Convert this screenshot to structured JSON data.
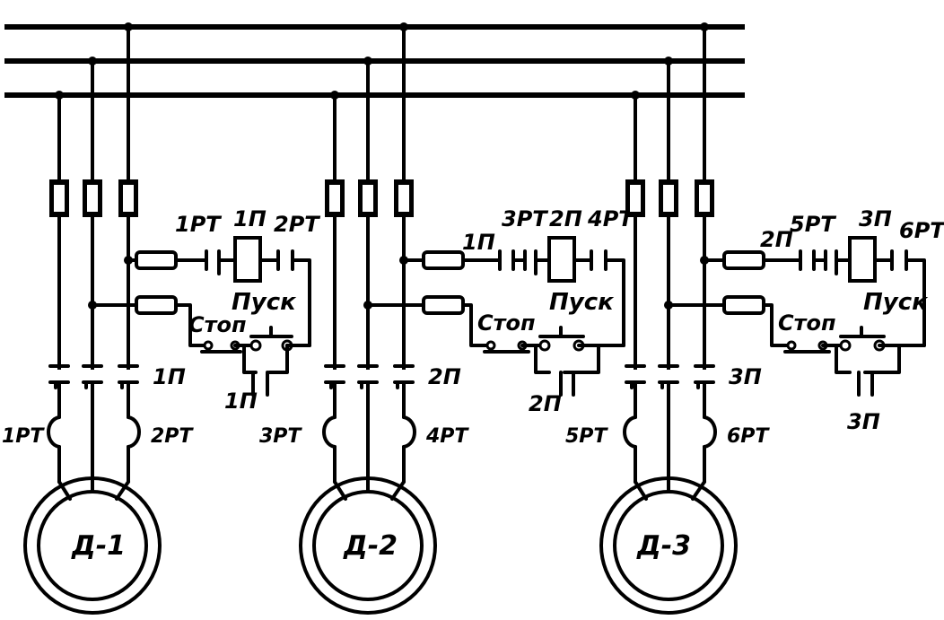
{
  "colors": {
    "line": "#000000",
    "background": "#ffffff"
  },
  "motors": [
    {
      "motor_label": "Д-1",
      "contactor": "1П",
      "contactor_main": "1П",
      "contactor_aux": "1П",
      "relay_left": "1РТ",
      "relay_right": "2РТ",
      "coil_relay_left": "1РТ",
      "coil_relay_right": "2РТ",
      "start": "Пуск",
      "stop": "Стоп"
    },
    {
      "motor_label": "Д-2",
      "contactor": "2П",
      "contactor_main": "2П",
      "contactor_aux": "2П",
      "interlock": "1П",
      "relay_left": "3РТ",
      "relay_right": "4РТ",
      "coil_relay_left": "3РТ",
      "coil_relay_right": "4РТ",
      "start": "Пуск",
      "stop": "Стоп"
    },
    {
      "motor_label": "Д-3",
      "contactor": "3П",
      "contactor_main": "3П",
      "contactor_aux": "3П",
      "interlock": "2П",
      "relay_left": "5РТ",
      "relay_right": "6РТ",
      "coil_relay_left": "5РТ",
      "coil_relay_right": "6РТ",
      "start": "Пуск",
      "stop": "Стоп"
    }
  ]
}
